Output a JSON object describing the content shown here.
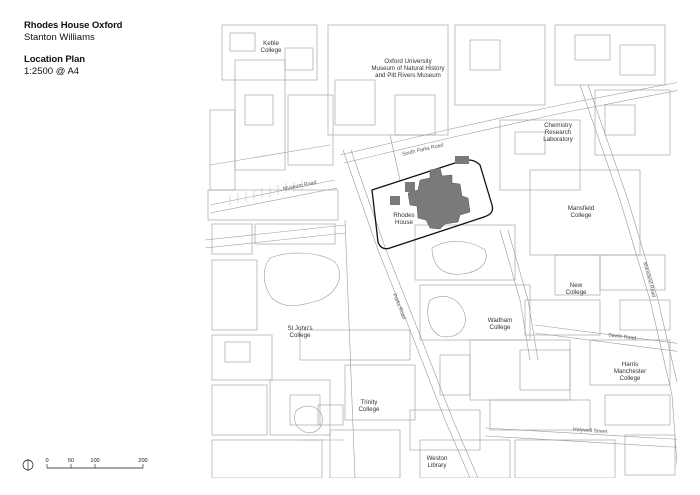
{
  "title_block": {
    "project": "Rhodes House Oxford",
    "architect": "Stanton Williams",
    "drawing": "Location Plan",
    "scale": "1:2500 @ A4"
  },
  "labels": {
    "keble": [
      "Keble",
      "College"
    ],
    "museum": [
      "Oxford University",
      "Museum of Natural History",
      "and Pitt Rivers Museum"
    ],
    "chemistry": [
      "Chemistry",
      "Research",
      "Laboratory"
    ],
    "rhodes": [
      "Rhodes",
      "House"
    ],
    "mansfield": [
      "Mansfield",
      "College"
    ],
    "new_college": [
      "New",
      "College"
    ],
    "st_johns": [
      "St John's",
      "College"
    ],
    "wadham": [
      "Wadham",
      "College"
    ],
    "harris": [
      "Harris",
      "Manchester",
      "College"
    ],
    "trinity": [
      "Trinity",
      "College"
    ],
    "weston": [
      "Weston",
      "Library"
    ]
  },
  "roads": {
    "museum_road": "Museum Road",
    "south_parks_road": "South Parks Road",
    "parks_road": "Parks Road",
    "mansfield_road": "Mansfield Road",
    "savile_road": "Savile Road",
    "holywell_street": "Holywell Street"
  },
  "scale_bar": {
    "ticks": [
      "0",
      "50",
      "100",
      "200"
    ]
  },
  "colors": {
    "line": "#9a9a9a",
    "site": "#111111",
    "building": "#7a7a7a"
  }
}
